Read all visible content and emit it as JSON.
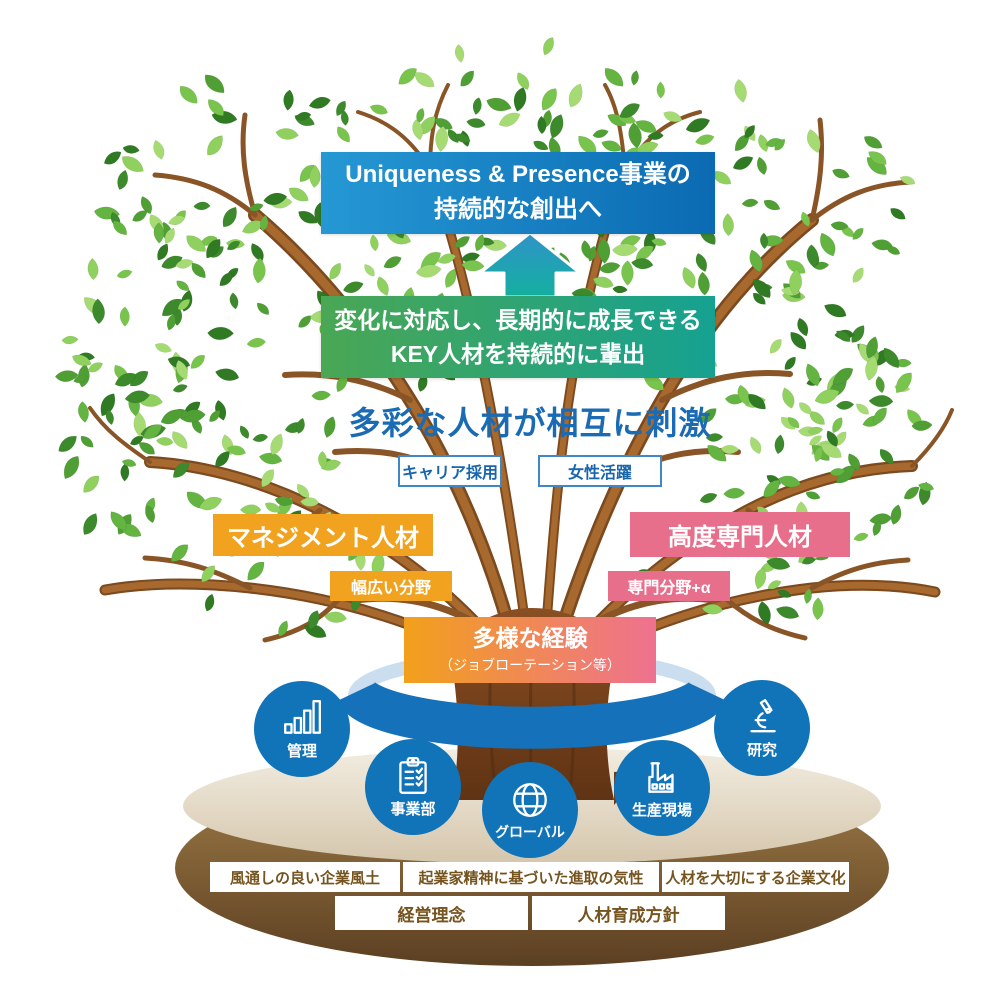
{
  "goal_box": {
    "line1": "Uniqueness & Presence事業の",
    "line2": "持続的な創出へ"
  },
  "output_box": {
    "line1": "変化に対応し、長期的に成長できる",
    "line2": "KEY人材を持続的に輩出"
  },
  "synergy_text": "多彩な人材が相互に刺激",
  "chips": {
    "career": "キャリア採用",
    "women": "女性活躍"
  },
  "management_talent": {
    "label": "マネジメント人材",
    "sub": "幅広い分野"
  },
  "expert_talent": {
    "label": "高度専門人材",
    "sub": "専門分野+α"
  },
  "experience_box": {
    "title": "多様な経験",
    "subtitle": "（ジョブローテーション等）"
  },
  "divisions": [
    {
      "label": "管理",
      "icon": "bar-chart-icon"
    },
    {
      "label": "事業部",
      "icon": "clipboard-icon"
    },
    {
      "label": "グローバル",
      "icon": "globe-icon"
    },
    {
      "label": "生産現場",
      "icon": "factory-icon"
    },
    {
      "label": "研究",
      "icon": "microscope-icon"
    }
  ],
  "foundation": {
    "row1": [
      "風通しの良い企業風土",
      "起業家精神に基づいた進取の気性",
      "人材を大切にする企業文化"
    ],
    "row2": [
      "経営理念",
      "人材育成方針"
    ]
  },
  "colors": {
    "goal_blue_start": "#2598d4",
    "goal_blue_end": "#0b6ab2",
    "output_green_start": "#4aa754",
    "output_teal_end": "#15a191",
    "synergy_blue": "#1a6bb4",
    "talent_orange": "#f1a31f",
    "talent_pink": "#e76f8c",
    "circle_blue": "#1173b8",
    "ring_blue": "#1471ba",
    "arrow_teal": "#14b0a0",
    "foundation_text_brown": "#75541f"
  }
}
